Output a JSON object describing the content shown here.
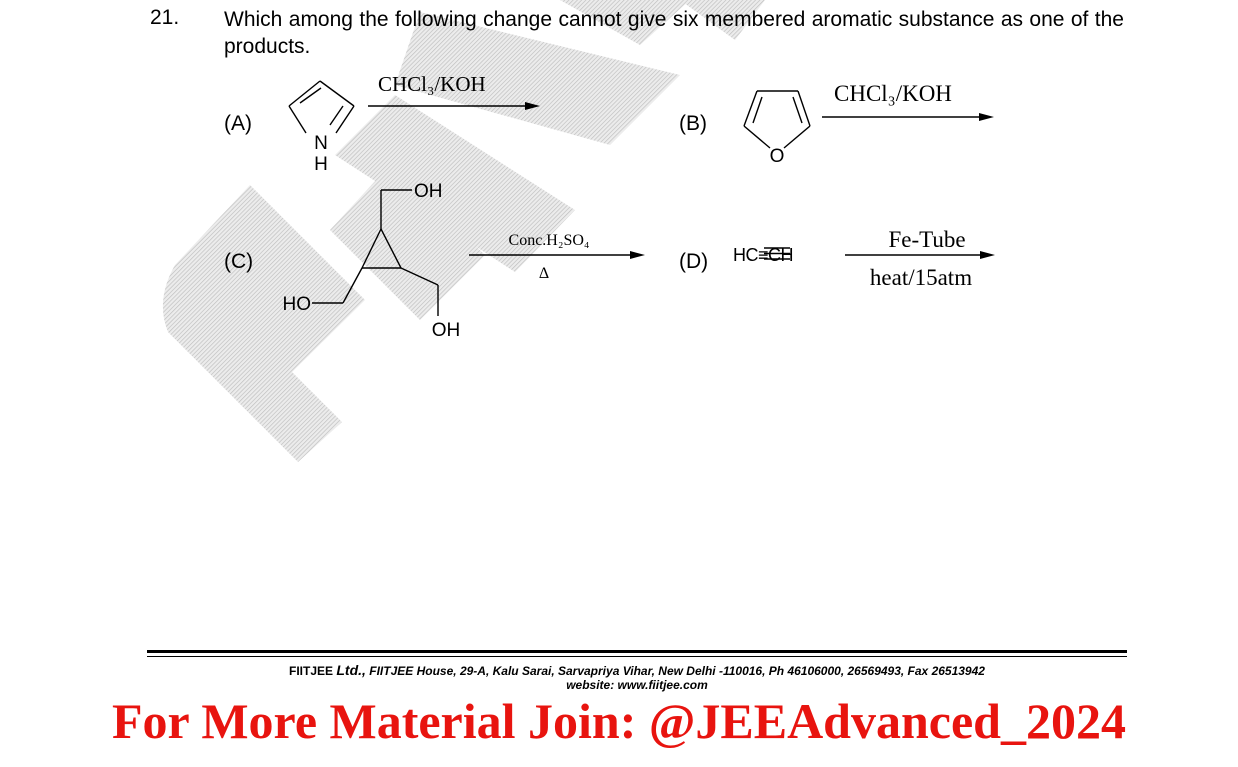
{
  "question": {
    "number": "21.",
    "text": "Which among the following change cannot give six membered aromatic substance as one of the products."
  },
  "options": [
    {
      "label": "(A)",
      "reagent": "CHCl₃/KOH",
      "atoms": [
        "N",
        "H"
      ]
    },
    {
      "label": "(B)",
      "reagent": "CHCl₃/KOH",
      "atoms": [
        "O"
      ]
    },
    {
      "label": "(C)",
      "reagent_top": "Conc.H₂SO₄",
      "reagent_bottom": "Δ",
      "groups": [
        "OH",
        "HO",
        "OH"
      ]
    },
    {
      "label": "(D)",
      "reactant": "HC≡CH",
      "reagent_top": "Fe-Tube",
      "reagent_bottom": "heat/15atm"
    }
  ],
  "footer": {
    "brand": "FIITJEE",
    "ltd": "Ltd.,",
    "address": "FIITJEE House, 29-A, Kalu  Sarai, Sarvapriya Vihar, New Delhi -110016, Ph 46106000, 26569493, Fax 26513942",
    "website": "website: www.fiitjee.com"
  },
  "promo": "For More Material Join: @JEEAdvanced_2024",
  "colors": {
    "promo": "#e8140f",
    "watermark": "#d4d4d4"
  }
}
